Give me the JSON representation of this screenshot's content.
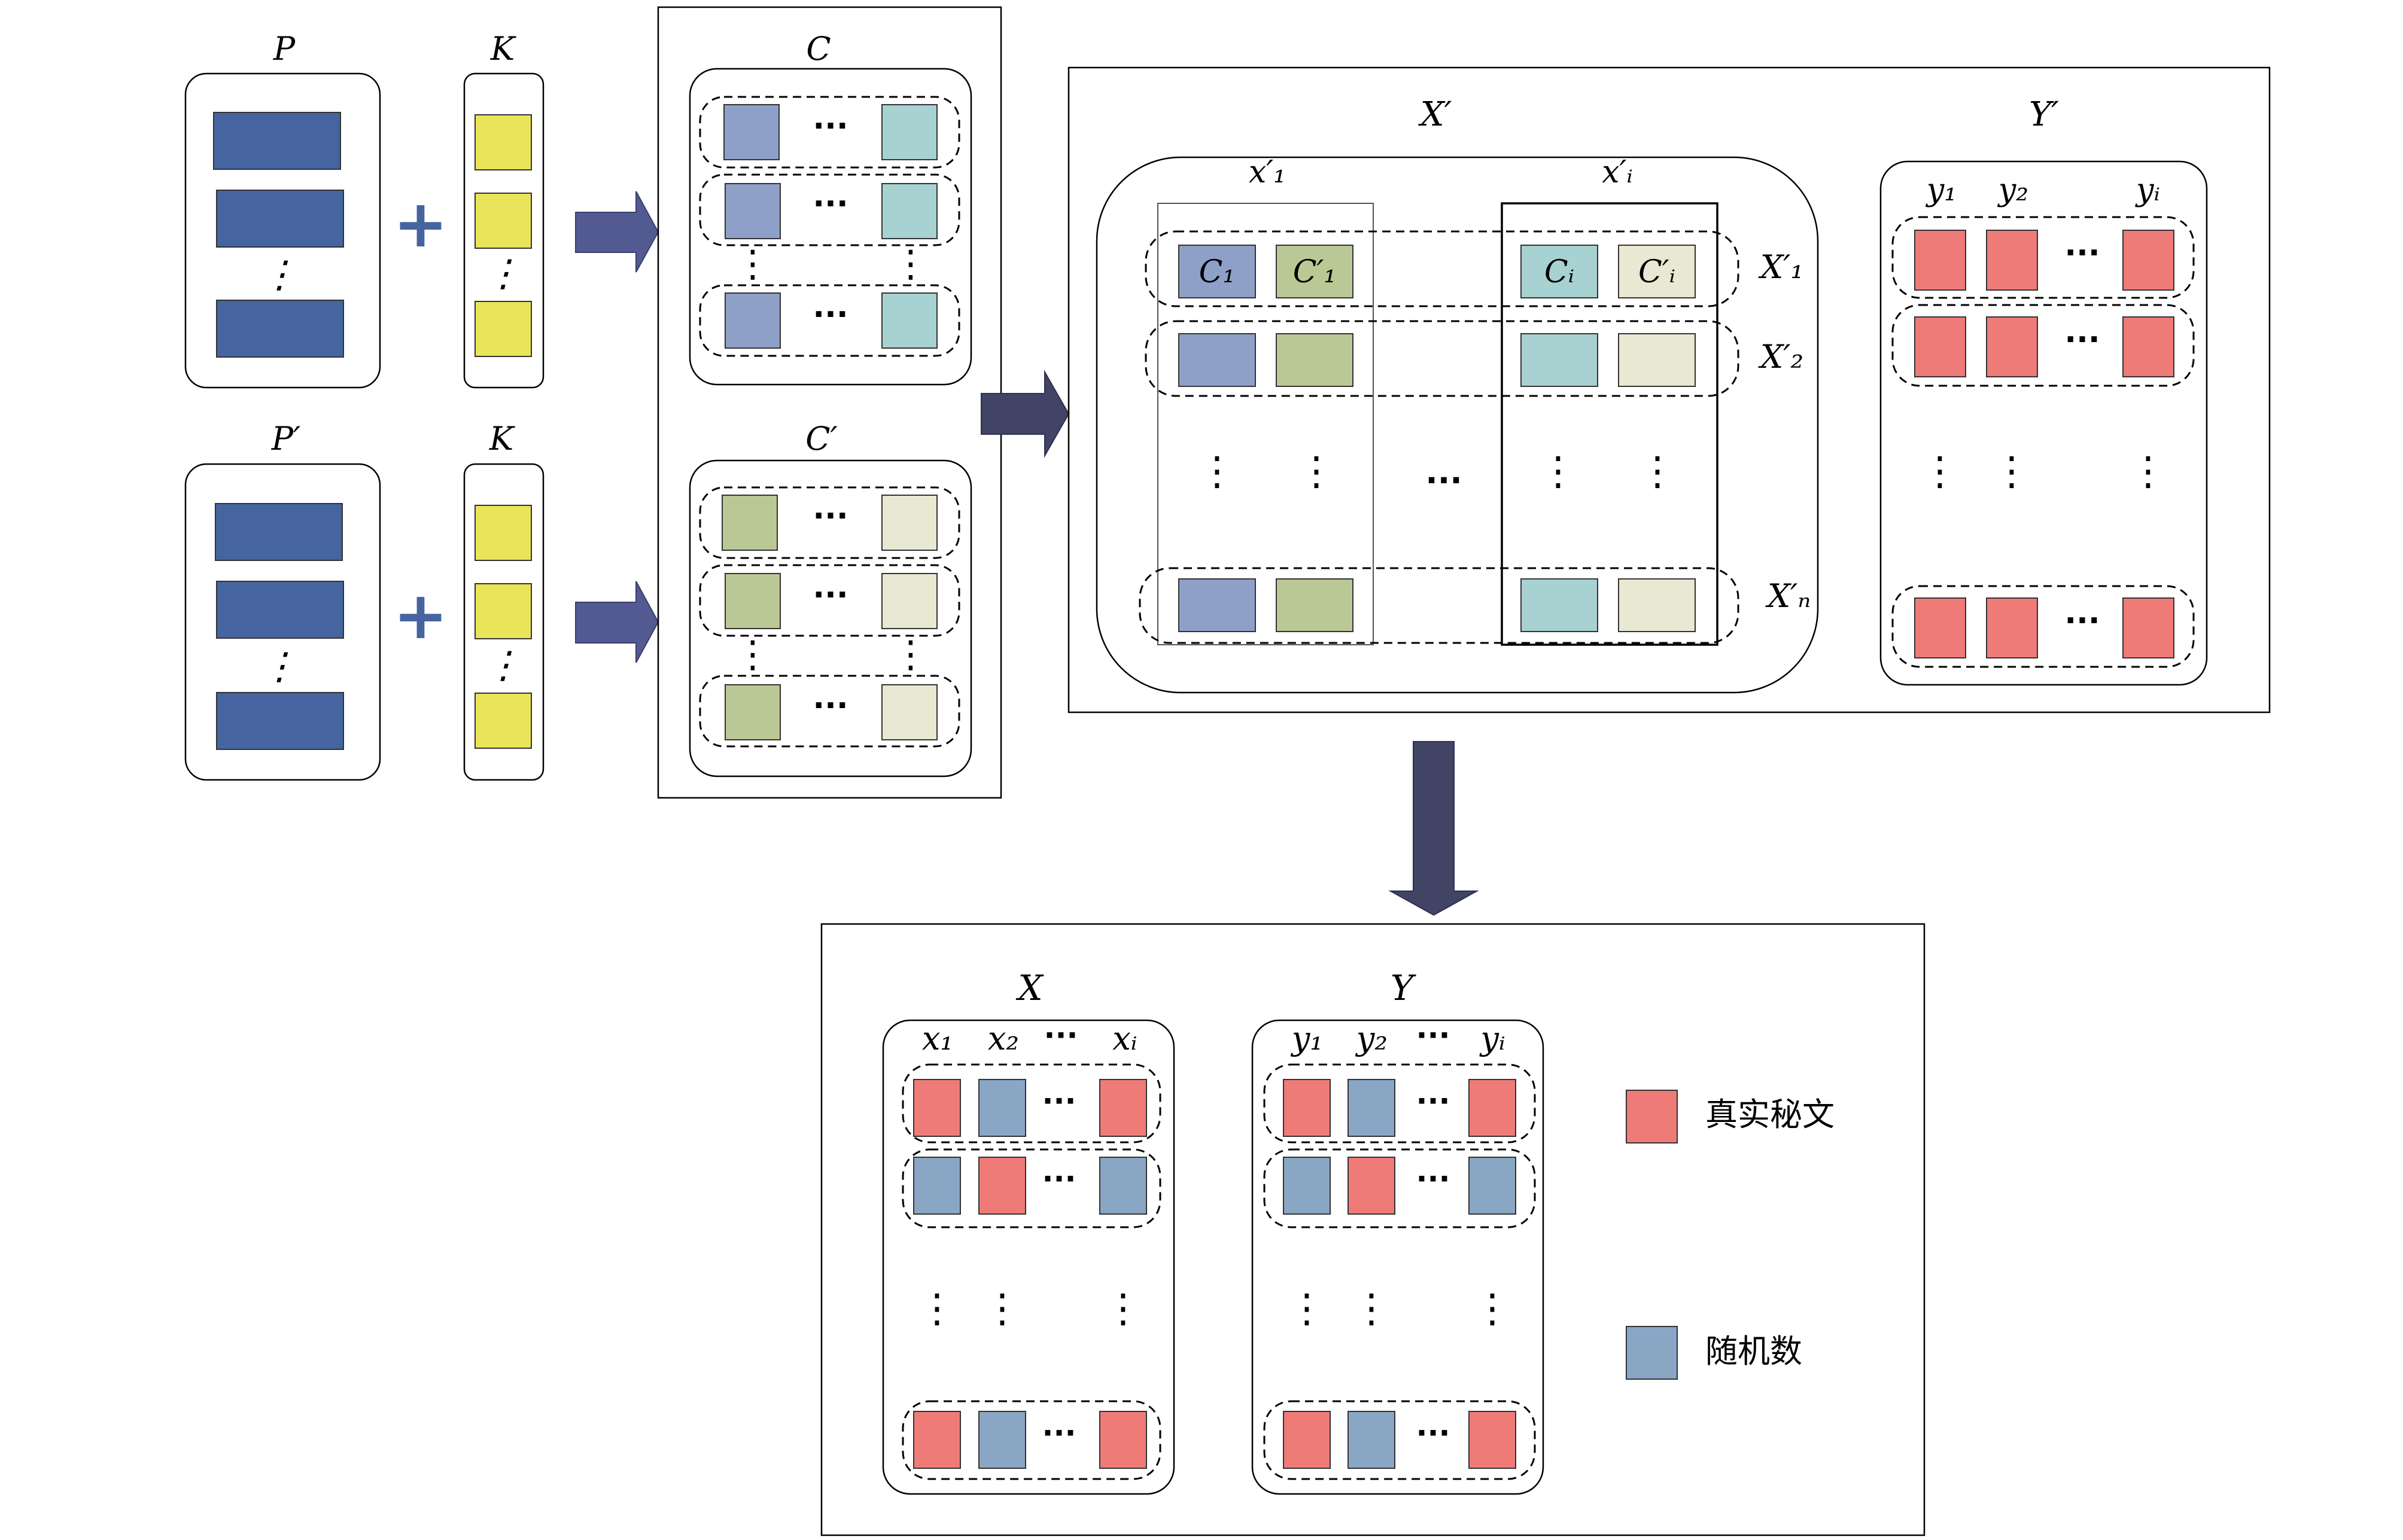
{
  "colors": {
    "p_block": "#4564a0",
    "k_block": "#eae45a",
    "c_block": "#8fa0c8",
    "c_end_block": "#a8d1d1",
    "cp_block": "#bac895",
    "cp_end_block": "#e8e8d3",
    "real_cipher": "#ef7b78",
    "random_number": "#89a7c5",
    "arrow": "#535a92",
    "arrow_dark": "#424466"
  },
  "labels": {
    "P": "P",
    "P_prime": "P′",
    "K": "K",
    "K2": "K",
    "C": "C",
    "C_prime": "C′",
    "X_prime": "X′",
    "Y_prime": "Y′",
    "X": "X",
    "Y": "Y",
    "x1_prime": "x′₁",
    "xi_prime": "x′ᵢ",
    "C1": "C₁",
    "C1_prime": "C′₁",
    "Ci": "Cᵢ",
    "Ci_prime": "C′ᵢ",
    "X1_prime": "X′₁",
    "X2_prime": "X′₂",
    "Xn_prime": "X′ₙ",
    "y1": "y₁",
    "y2": "y₂",
    "yi": "yᵢ",
    "x1": "x₁",
    "x2": "x₂",
    "xi": "xᵢ",
    "ellipsis": "···",
    "vdots": "⋮",
    "plus": "+"
  },
  "legend": {
    "real_cipher": "真实秘文",
    "random_number": "随机数"
  }
}
